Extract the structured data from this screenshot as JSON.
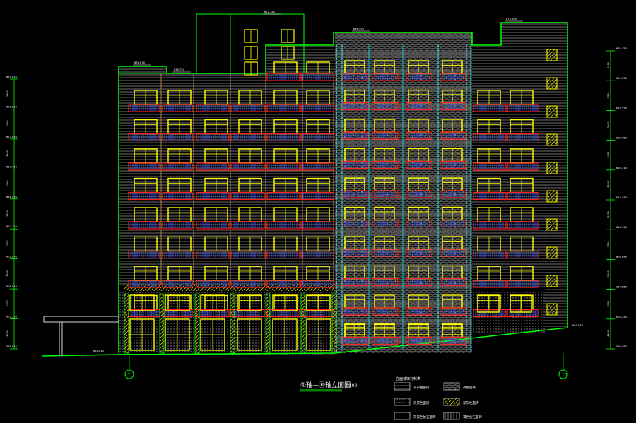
{
  "drawing": {
    "title": "①轴—⑪轴立面图",
    "scale": "1:100",
    "grid_left": "1",
    "grid_right": "11",
    "colors": {
      "background": "#000000",
      "outline": "#00ff00",
      "window": "#ffff00",
      "railing": "#ff2020",
      "baluster": "#4060ff",
      "cyan": "#00e0e0",
      "white": "#d8d8d8",
      "tan": "#b08040",
      "hatch": "#888888"
    },
    "top_labels": [
      "672.350",
      "636.550",
      "670.560",
      "631.670",
      "630.750"
    ],
    "ground_labels": [
      "661.815",
      "661.650"
    ],
    "left_elevations": [
      "629.050",
      "626.250",
      "623.050",
      "619.750",
      "616.450",
      "613.150",
      "609.850",
      "606.550",
      "603.250",
      "599.050"
    ],
    "left_dims": [
      "3300",
      "3300",
      "3300",
      "3300",
      "3300",
      "3300",
      "3300",
      "3300",
      "4200"
    ],
    "right_elevations": [
      "632.350",
      "629.050",
      "626.250",
      "623.050",
      "619.750",
      "616.450",
      "613.150",
      "609.850",
      "606.550",
      "603.250",
      "599.050"
    ],
    "right_dims": [
      "3300",
      "3300",
      "3300",
      "3300",
      "3300",
      "3300",
      "3300",
      "3300",
      "3300",
      "4200"
    ],
    "legend": [
      {
        "label": "灰白色面砖",
        "pattern": "lines"
      },
      {
        "label": "褐色面砖",
        "pattern": "brick"
      },
      {
        "label": "灰黄色面砖",
        "pattern": "dots"
      },
      {
        "label": "深灰色面砖",
        "pattern": "diag"
      },
      {
        "label": "灰黄色仿石面砖",
        "pattern": "plain"
      },
      {
        "label": "褐色仿石面砖",
        "pattern": "vert"
      }
    ],
    "legend_title": "立面装饰材料表"
  }
}
